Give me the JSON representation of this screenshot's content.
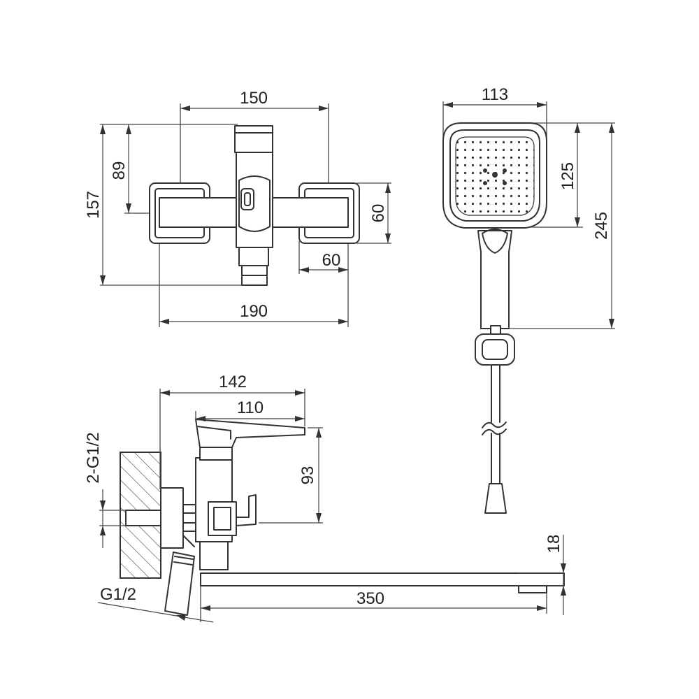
{
  "dimensions": {
    "mixer_width_top": "150",
    "mixer_height_total": "157",
    "mixer_handle_height": "89",
    "mixer_body_height": "60",
    "mixer_body_width": "60",
    "mixer_width_overall": "190",
    "head_width": "113",
    "head_face_height": "125",
    "head_total_height": "245",
    "side_depth_overall": "142",
    "side_lever_length": "110",
    "side_lever_height": "93",
    "inlet_thread": "2-G1/2",
    "outlet_thread": "G1/2",
    "spout_length": "350",
    "spout_thickness": "18"
  }
}
